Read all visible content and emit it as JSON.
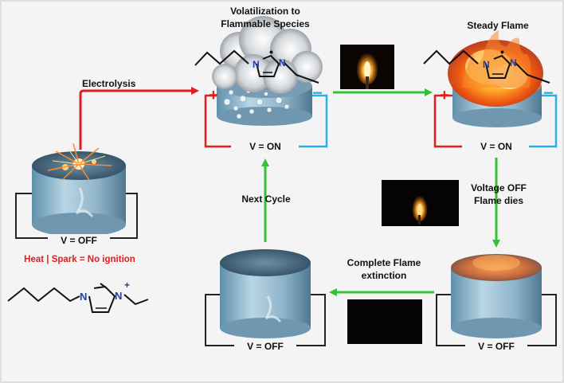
{
  "labels": {
    "electrolysis": "Electrolysis",
    "volatilization_line1": "Volatilization to",
    "volatilization_line2": "Flammable Species",
    "steady_flame": "Steady Flame",
    "next_cycle": "Next Cycle",
    "voltage_off_line1": "Voltage OFF",
    "voltage_off_line2": "Flame dies",
    "complete_extinction_line1": "Complete Flame",
    "complete_extinction_line2": "extinction",
    "heat_spark": "Heat | Spark =  No ignition"
  },
  "circuits": {
    "start": "V = OFF",
    "volatilization": "V = ON",
    "steady": "V = ON",
    "dying": "V = OFF",
    "extinct": "V = OFF"
  },
  "terminals": {
    "plus": "+",
    "minus": "−"
  },
  "molecule": {
    "n1": "N",
    "n2": "N",
    "charge": "+",
    "radical": "•"
  },
  "colors": {
    "red": "#e21d1d",
    "green": "#34c234",
    "blue": "#2ab0e6",
    "black": "#222222",
    "electrolyte": "#8fb9d0"
  },
  "icons": [
    "sparks-icon",
    "smoke-cloud-icon",
    "fire-icon",
    "candle-flame-photo",
    "arrow-icon"
  ]
}
